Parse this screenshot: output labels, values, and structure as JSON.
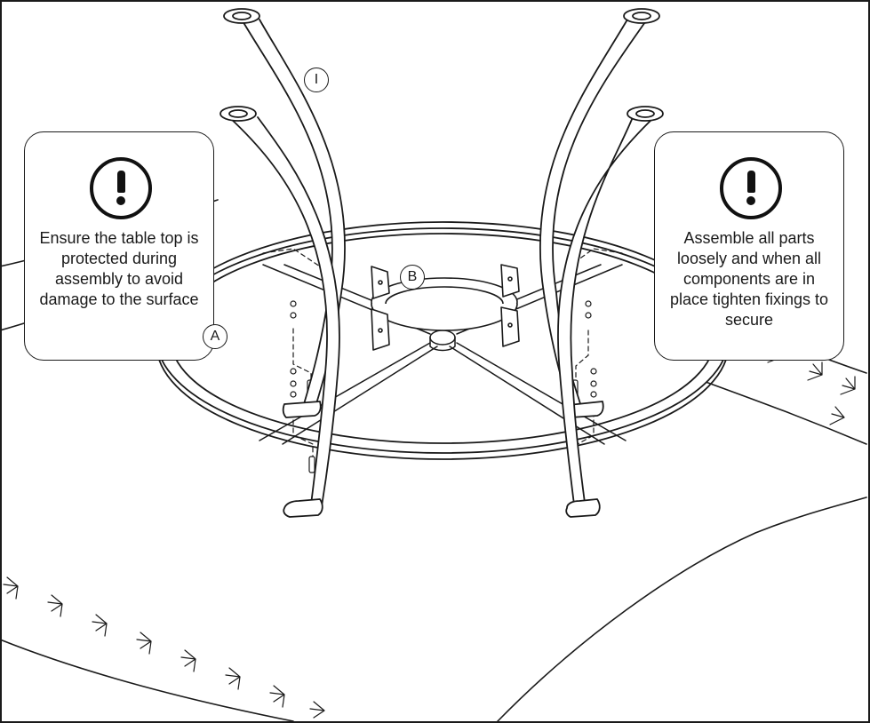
{
  "callouts": {
    "left": {
      "icon": "exclamation-warning-icon",
      "text": "Ensure the table top is protected during assembly to avoid damage to the surface"
    },
    "right": {
      "icon": "exclamation-warning-icon",
      "text": "Assemble all parts loosely and when all components are in place tighten fixings to secure"
    }
  },
  "parts": {
    "legs": "I",
    "ring": "B",
    "tabletop": "A"
  }
}
